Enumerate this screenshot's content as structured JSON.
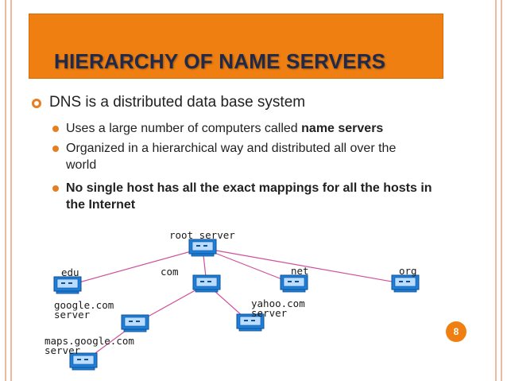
{
  "slide": {
    "title": "HIERARCHY OF NAME SERVERS",
    "main_bullet": "DNS is a distributed data base system",
    "sub_bullets": [
      {
        "text": "Uses a large number of computers called ",
        "bold": "name servers"
      },
      {
        "text": "Organized in a hierarchical way and distributed all over the world",
        "bold": ""
      },
      {
        "text": "",
        "bold": "No single host has all the exact mappings for all the hosts in the Internet"
      }
    ],
    "page_number": "8"
  },
  "diagram": {
    "nodes": [
      {
        "id": "root",
        "label": "root server"
      },
      {
        "id": "edu",
        "label": "edu"
      },
      {
        "id": "com",
        "label": "com"
      },
      {
        "id": "net",
        "label": "net"
      },
      {
        "id": "org",
        "label": "org"
      },
      {
        "id": "google",
        "label": "google.com",
        "label2": "server"
      },
      {
        "id": "yahoo",
        "label": "yahoo.com",
        "label2": "server"
      },
      {
        "id": "maps",
        "label": "maps.google.com",
        "label2": "server"
      }
    ],
    "edges": [
      [
        "root",
        "edu"
      ],
      [
        "root",
        "com"
      ],
      [
        "root",
        "net"
      ],
      [
        "root",
        "org"
      ],
      [
        "com",
        "google"
      ],
      [
        "com",
        "yahoo"
      ],
      [
        "google",
        "maps"
      ]
    ]
  },
  "colors": {
    "accent": "#f07f12",
    "title_text": "#1f2a4a",
    "bullet": "#e67e22",
    "edge": "#d0509a",
    "computer": "#1e7fd8"
  }
}
